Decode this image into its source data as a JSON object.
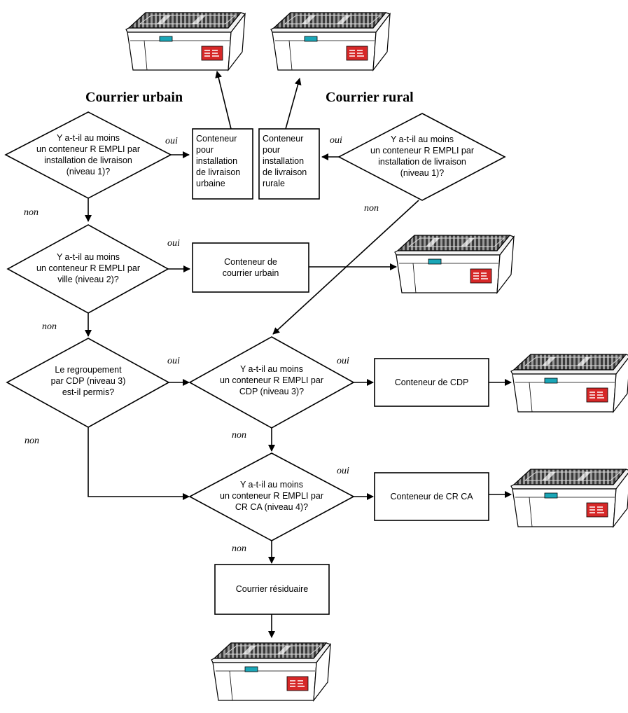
{
  "headings": {
    "urban": "Courrier urbain",
    "rural": "Courrier rural"
  },
  "decisions": {
    "d1_urban": "Y a-t-il au moins\nun conteneur R EMPLI par\ninstallation de livraison\n(niveau 1)?",
    "d1_rural": "Y a-t-il au moins\nun conteneur R EMPLI par\ninstallation de livraison\n(niveau 1)?",
    "d2_city": "Y a-t-il au moins\nun conteneur R EMPLI par\nville (niveau 2)?",
    "d_regroup": "Le regroupement\npar CDP (niveau 3)\nest-il permis?",
    "d3_cdp": "Y a-t-il au moins\nun conteneur R EMPLI par\nCDP (niveau 3)?",
    "d4_crca": "Y a-t-il au moins\nun conteneur R EMPLI par\nCR CA (niveau 4)?"
  },
  "boxes": {
    "urban_delivery": "Conteneur\npour\ninstallation\nde livraison\nurbaine",
    "rural_delivery": "Conteneur\npour\ninstallation\nde livraison\nrurale",
    "urban_mail": "Conteneur de\ncourrier urbain",
    "cdp": "Conteneur de CDP",
    "crca": "Conteneur de CR CA",
    "residual": "Courrier résiduaire"
  },
  "branch_labels": {
    "yes": "oui",
    "no": "non"
  },
  "colors": {
    "line": "#000000",
    "tray_label": "#d62828",
    "tray_tag": "#1aa6b7",
    "mail_dark": "#3a3a3a",
    "mail_light": "#9a9a9a"
  },
  "icons": [
    "mail-tray-icon"
  ]
}
